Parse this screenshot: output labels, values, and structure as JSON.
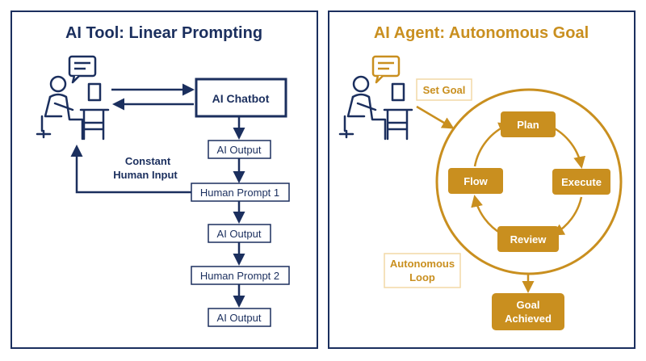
{
  "colors": {
    "navy": "#1b2f5e",
    "gold": "#c98f1f",
    "gold_light": "#f2d9a6",
    "white": "#ffffff"
  },
  "left_panel": {
    "title": "AI Tool: Linear Prompting",
    "chatbot_label": "AI Chatbot",
    "side_label_line1": "Constant",
    "side_label_line2": "Human Input",
    "steps": [
      "AI Output",
      "Human Prompt 1",
      "AI Output",
      "Human Prompt 2",
      "AI Output"
    ],
    "icons": [
      "person-at-desk-icon",
      "speech-bubble-icon"
    ]
  },
  "right_panel": {
    "title": "AI Agent: Autonomous Goal",
    "set_goal_label": "Set Goal",
    "loop_nodes": {
      "plan": "Plan",
      "execute": "Execute",
      "review": "Review",
      "flow": "Flow"
    },
    "loop_label_line1": "Autonomous",
    "loop_label_line2": "Loop",
    "goal_line1": "Goal",
    "goal_line2": "Achieved",
    "icons": [
      "person-at-desk-icon",
      "speech-bubble-icon"
    ]
  }
}
